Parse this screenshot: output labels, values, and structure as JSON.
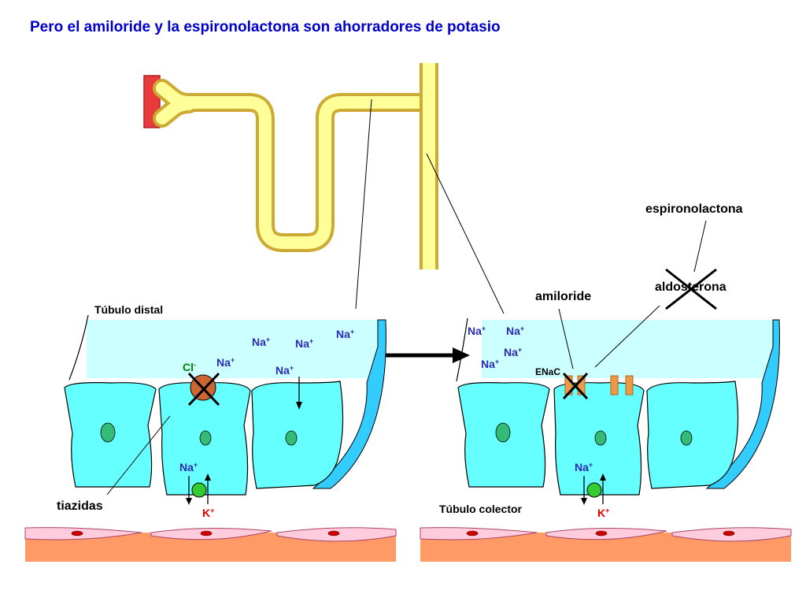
{
  "title": "Pero el amiloride y la espironolactona son ahorradores de potasio",
  "labels": {
    "tubulo_distal": "Túbulo distal",
    "tubulo_colector": "Túbulo colector",
    "tiazidas": "tiazidas",
    "amiloride": "amiloride",
    "espironolactona": "espironolactona",
    "aldosterona": "aldosterona",
    "enac": "ENaC"
  },
  "ions": {
    "na": "Na",
    "na_charge": "+",
    "k": "K",
    "k_charge": "+",
    "cl": "Cl",
    "cl_charge": "-"
  },
  "colors": {
    "title": "#0000cc",
    "na_text": "#2b2bb3",
    "k_text": "#e00000",
    "cl_text": "#008000",
    "lumen": "#ccffff",
    "cell": "#66ffff",
    "nucleus": "#33bb77",
    "tubule_fill": "#ffff99",
    "tubule_stroke": "#ccaa33",
    "vessel_red": "#e83a3a",
    "interstitium": "#ff9966",
    "endothelium": "#ffccdd",
    "blue_edge": "#33ccff",
    "nkcc": "#cc6633",
    "enac": "#ee9944"
  }
}
